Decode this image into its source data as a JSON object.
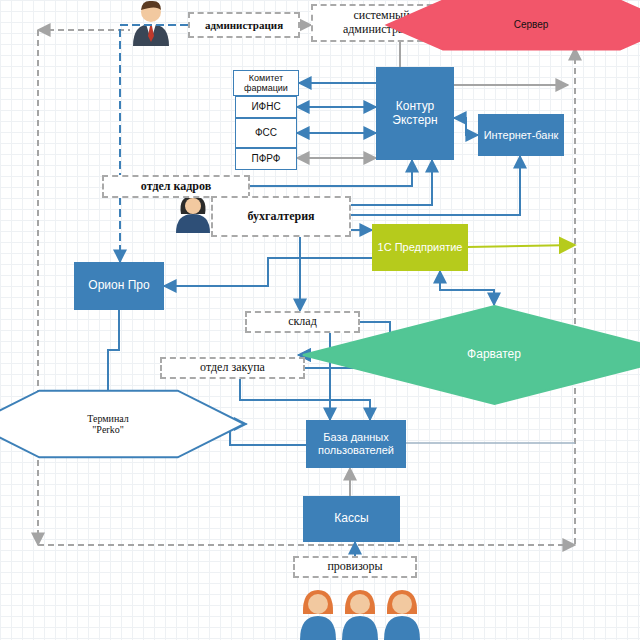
{
  "diagram": {
    "nodes": [
      {
        "text": [
          "администрация"
        ]
      },
      {
        "text": [
          "системный администратор"
        ]
      },
      {
        "text": [
          "Сервер"
        ]
      },
      {
        "text": [
          "Комитет фармации"
        ]
      },
      {
        "text": [
          "ИФНС"
        ]
      },
      {
        "text": [
          "ФСС"
        ]
      },
      {
        "text": [
          "ПФРФ"
        ]
      },
      {
        "text": [
          "Контур Экстерн"
        ]
      },
      {
        "text": [
          "Интернет-банк"
        ]
      },
      {
        "text": [
          "отдел кадров"
        ]
      },
      {
        "text": [
          "бухгалтерия"
        ]
      },
      {
        "text": [
          "1С Предприятие"
        ]
      },
      {
        "text": [
          "Орион Про"
        ]
      },
      {
        "text": [
          "склад"
        ]
      },
      {
        "text": [
          "Фарватер"
        ]
      },
      {
        "text": [
          "отдел закупа"
        ]
      },
      {
        "text": [
          "Терминал \"Perko\""
        ]
      },
      {
        "text": [
          "База данных пользователей"
        ]
      },
      {
        "text": [
          "Кассы"
        ]
      },
      {
        "text": [
          "провизоры"
        ]
      }
    ],
    "edges": [
      {
        "from": 0,
        "to": 12,
        "arrow": "to"
      },
      {
        "from": 0,
        "to": 1,
        "arrow": "to"
      },
      {
        "from": 1,
        "to": 2,
        "arrow": "both"
      },
      {
        "from": 1,
        "to": 7,
        "arrow": "none"
      },
      {
        "from": 7,
        "to": 3,
        "arrow": "to"
      },
      {
        "from": 7,
        "to": 4,
        "arrow": "both"
      },
      {
        "from": 7,
        "to": 5,
        "arrow": "both"
      },
      {
        "from": 7,
        "to": 6,
        "arrow": "both"
      },
      {
        "from": 7,
        "to": 8,
        "arrow": "both"
      },
      {
        "from": 9,
        "to": 7,
        "arrow": "to"
      },
      {
        "from": 10,
        "to": 7,
        "arrow": "to"
      },
      {
        "from": 10,
        "to": 8,
        "arrow": "to"
      },
      {
        "from": 10,
        "to": 11,
        "arrow": "to"
      },
      {
        "from": 11,
        "to": 12,
        "arrow": "to"
      },
      {
        "from": 11,
        "to": 14,
        "arrow": "both"
      },
      {
        "from": 10,
        "to": 13,
        "arrow": "to"
      },
      {
        "from": 13,
        "to": 14,
        "arrow": "to"
      },
      {
        "from": 15,
        "to": 14,
        "arrow": "to"
      },
      {
        "from": 13,
        "to": 17,
        "arrow": "to"
      },
      {
        "from": 15,
        "to": 17,
        "arrow": "to"
      },
      {
        "from": 17,
        "to": 16,
        "arrow": "to"
      },
      {
        "from": 12,
        "to": 16,
        "arrow": "none"
      },
      {
        "from": 18,
        "to": 17,
        "arrow": "to"
      },
      {
        "from": 19,
        "to": 18,
        "arrow": "to"
      }
    ]
  }
}
